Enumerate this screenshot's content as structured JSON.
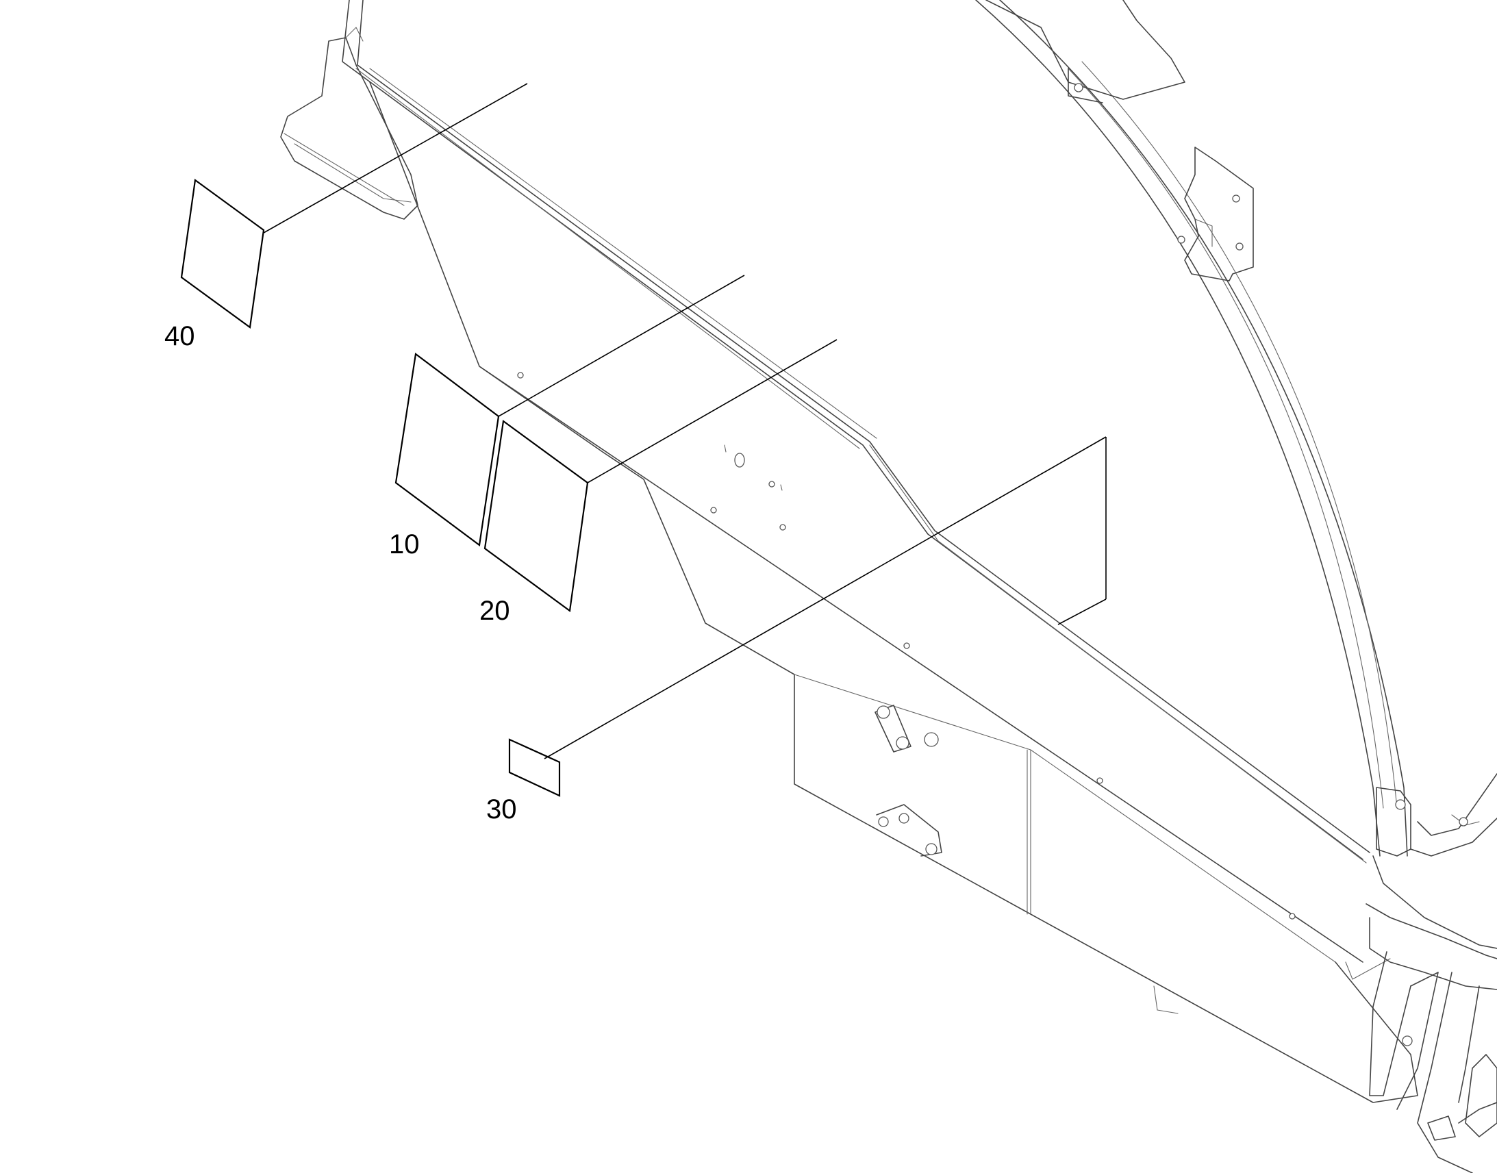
{
  "callouts": [
    {
      "id": "decal-40",
      "label": "40"
    },
    {
      "id": "decal-10",
      "label": "10"
    },
    {
      "id": "decal-20",
      "label": "20"
    },
    {
      "id": "decal-30",
      "label": "30"
    }
  ]
}
